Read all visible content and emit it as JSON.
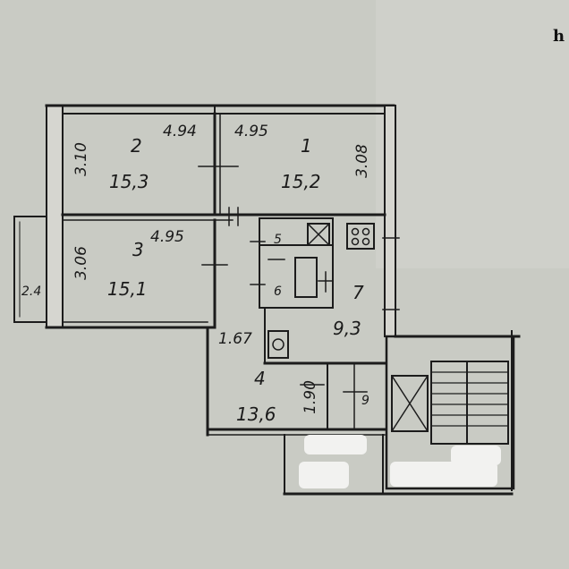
{
  "corner_mark": "h",
  "rooms": [
    {
      "id": "1",
      "area": "15,2"
    },
    {
      "id": "2",
      "area": "15,3"
    },
    {
      "id": "3",
      "area": "15,1"
    },
    {
      "id": "4",
      "area": "13,6"
    },
    {
      "id": "5"
    },
    {
      "id": "6"
    },
    {
      "id": "7",
      "area": "9,3"
    },
    {
      "id": "9"
    }
  ],
  "dimensions": {
    "room2_width": "4.94",
    "room1_width": "4.95",
    "room3_width": "4.95",
    "room2_depth": "3.10",
    "room1_depth": "3.08",
    "room3_depth": "3.06",
    "balcony_depth": "2.4",
    "corridor_width": "1.67",
    "hall_depth": "1.90"
  }
}
